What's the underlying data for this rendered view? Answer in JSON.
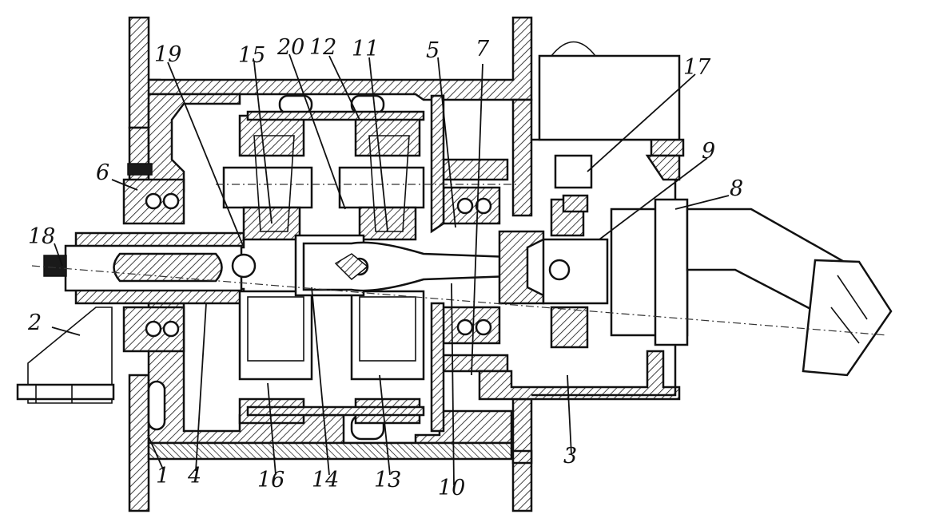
{
  "labels": {
    "l1": "1",
    "l2": "2",
    "l3": "3",
    "l4": "4",
    "l5": "5",
    "l6": "6",
    "l7": "7",
    "l8": "8",
    "l9": "9",
    "l10": "10",
    "l11": "11",
    "l12": "12",
    "l13": "13",
    "l14": "14",
    "l15": "15",
    "l16": "16",
    "l17": "17",
    "l18": "18",
    "l19": "19",
    "l20": "20"
  },
  "style": {
    "ink": "#111111",
    "paper": "#ffffff"
  }
}
